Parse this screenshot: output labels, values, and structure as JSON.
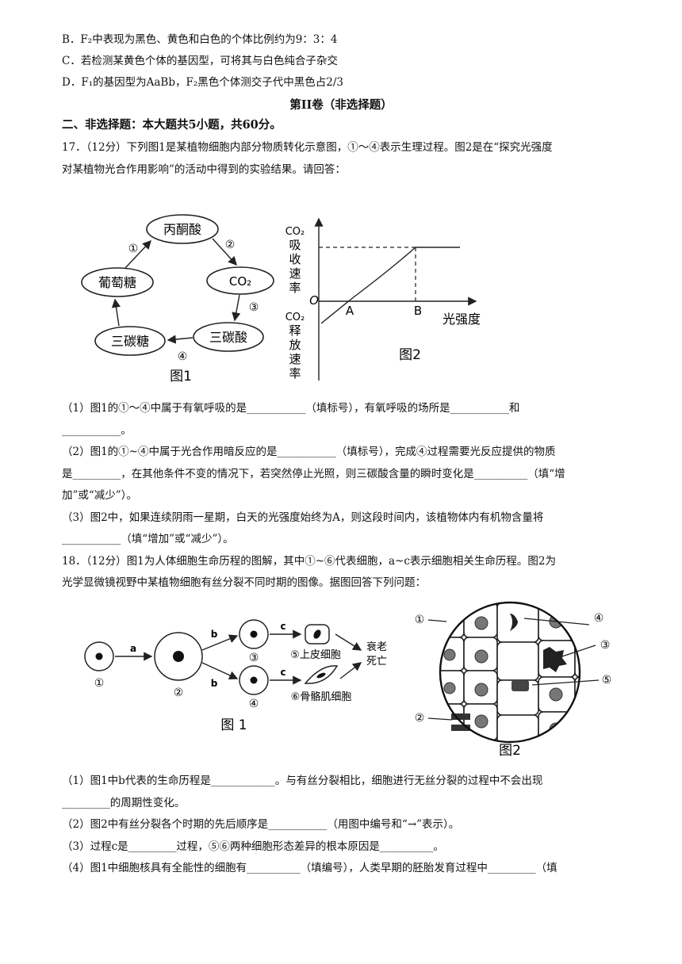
{
  "options": {
    "B": "B．F₂中表现为黑色、黄色和白色的个体比例约为9：3：4",
    "C": "C．若检测某黄色个体的基因型，可将其与白色纯合子杂交",
    "D": "D．F₁的基因型为AaBb，F₂黑色个体测交子代中黑色占2/3"
  },
  "section2_title": "第II卷（非选择题）",
  "section2_heading": "二、非选择题：本大题共5小题，共60分。",
  "q17": {
    "intro_line1": "17．（12分）下列图1是某植物细胞内部分物质转化示意图，①～④表示生理过程。图2是在“探究光强度",
    "intro_line2": "对某植物光合作用影响”的活动中得到的实验结果。请回答：",
    "fig1": {
      "nodes": [
        "丙酮酸",
        "CO₂",
        "三碳酸",
        "三碳糖",
        "葡萄糖"
      ],
      "labels": [
        "①",
        "②",
        "③",
        "④"
      ],
      "caption": "图1"
    },
    "fig2": {
      "y_top": [
        "CO₂",
        "吸",
        "收",
        "速",
        "率"
      ],
      "y_bottom": [
        "CO₂",
        "释",
        "放",
        "速",
        "率"
      ],
      "origin": "O",
      "point_a": "A",
      "point_b": "B",
      "x_label": "光强度",
      "caption": "图2"
    },
    "s1_line1": "（1）图1的①～④中属于有氧呼吸的是___________（填标号），有氧呼吸的场所是___________和",
    "s1_line2": "___________。",
    "s2_line1": "（2）图1的①~④中属于光合作用暗反应的是___________（填标号），完成④过程需要光反应提供的物质",
    "s2_line2": "是_________，在其他条件不变的情况下，若突然停止光照，则三碳酸含量的瞬时变化是__________（填“增",
    "s2_line3": "加”或“减少”）。",
    "s3_line1": "（3）图2中，如果连续阴雨一星期，白天的光强度始终为A，则这段时间内，该植物体内有机物含量将",
    "s3_line2": "___________（填“增加”或“减少”）。"
  },
  "q18": {
    "intro_line1": "18．（12分）图1为人体细胞生命历程的图解，其中①~⑥代表细胞，a~c表示细胞相关生命历程。图2为",
    "intro_line2": "光学显微镜视野中某植物细胞有丝分裂不同时期的图像。据图回答下列问题：",
    "fig1": {
      "cells": [
        "①",
        "②",
        "③",
        "④"
      ],
      "arrows": [
        "a",
        "b",
        "b",
        "c",
        "c"
      ],
      "cell5": "⑤上皮细胞",
      "cell6": "⑥骨骼肌细胞",
      "fate_line1": "衰老",
      "fate_line2": "死亡",
      "caption": "图 1"
    },
    "fig2": {
      "labels": [
        "①",
        "②",
        "③",
        "④",
        "⑤"
      ],
      "caption": "图2"
    },
    "s1_line1": "（1）图1中b代表的生命历程是____________。与有丝分裂相比，细胞进行无丝分裂的过程中不会出现",
    "s1_line2": "_________的周期性变化。",
    "s2": "（2）图2中有丝分裂各个时期的先后顺序是___________（用图中编号和“→”表示）。",
    "s3": "（3）过程c是_________过程，⑤⑥两种细胞形态差异的根本原因是__________。",
    "s4": "（4）图1中细胞核具有全能性的细胞有__________（填编号），人类早期的胚胎发育过程中_________（填"
  }
}
